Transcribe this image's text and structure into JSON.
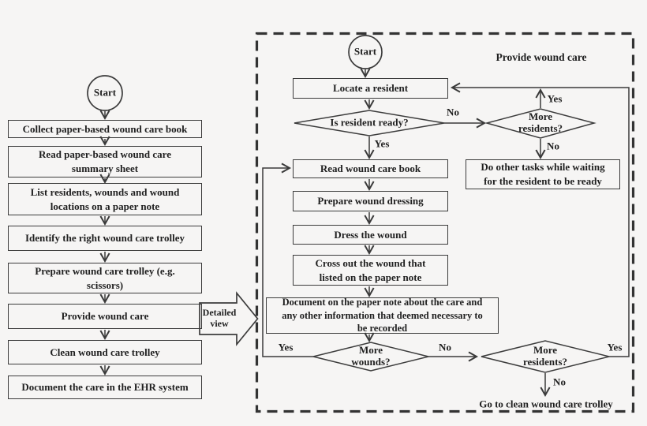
{
  "colors": {
    "ink": "#3a3a3a",
    "text": "#1f1f1f",
    "background": "#f6f5f4"
  },
  "left_flow": {
    "start": "Start",
    "steps": [
      "Collect paper-based wound care book",
      "Read paper-based wound care\nsummary sheet",
      "List residents, wounds and wound\nlocations on a paper note",
      "Identify the right wound care trolley",
      "Prepare wound care trolley (e.g.\nscissors)",
      "Provide wound care",
      "Clean wound care trolley",
      "Document the care in the EHR system"
    ]
  },
  "connector": {
    "label": "Detailed\nview"
  },
  "detail_flow": {
    "title": "Provide wound care",
    "start": "Start",
    "locate": "Locate a resident",
    "ready_q": "Is resident ready?",
    "read": "Read wound care book",
    "prepare": "Prepare wound dressing",
    "dress": "Dress the wound",
    "cross_out": "Cross out the wound that\nlisted on the paper note",
    "document": "Document on the paper note about the care and\nany other information that deemed necessary to\nbe recorded",
    "other_tasks": "Do other tasks while waiting\nfor the resident to be ready",
    "more_residents_top": "More\nresidents?",
    "more_wounds": "More\nwounds?",
    "more_residents_bottom": "More\nresidents?",
    "yes": "Yes",
    "no": "No",
    "end_note": "Go to clean wound care trolley"
  }
}
